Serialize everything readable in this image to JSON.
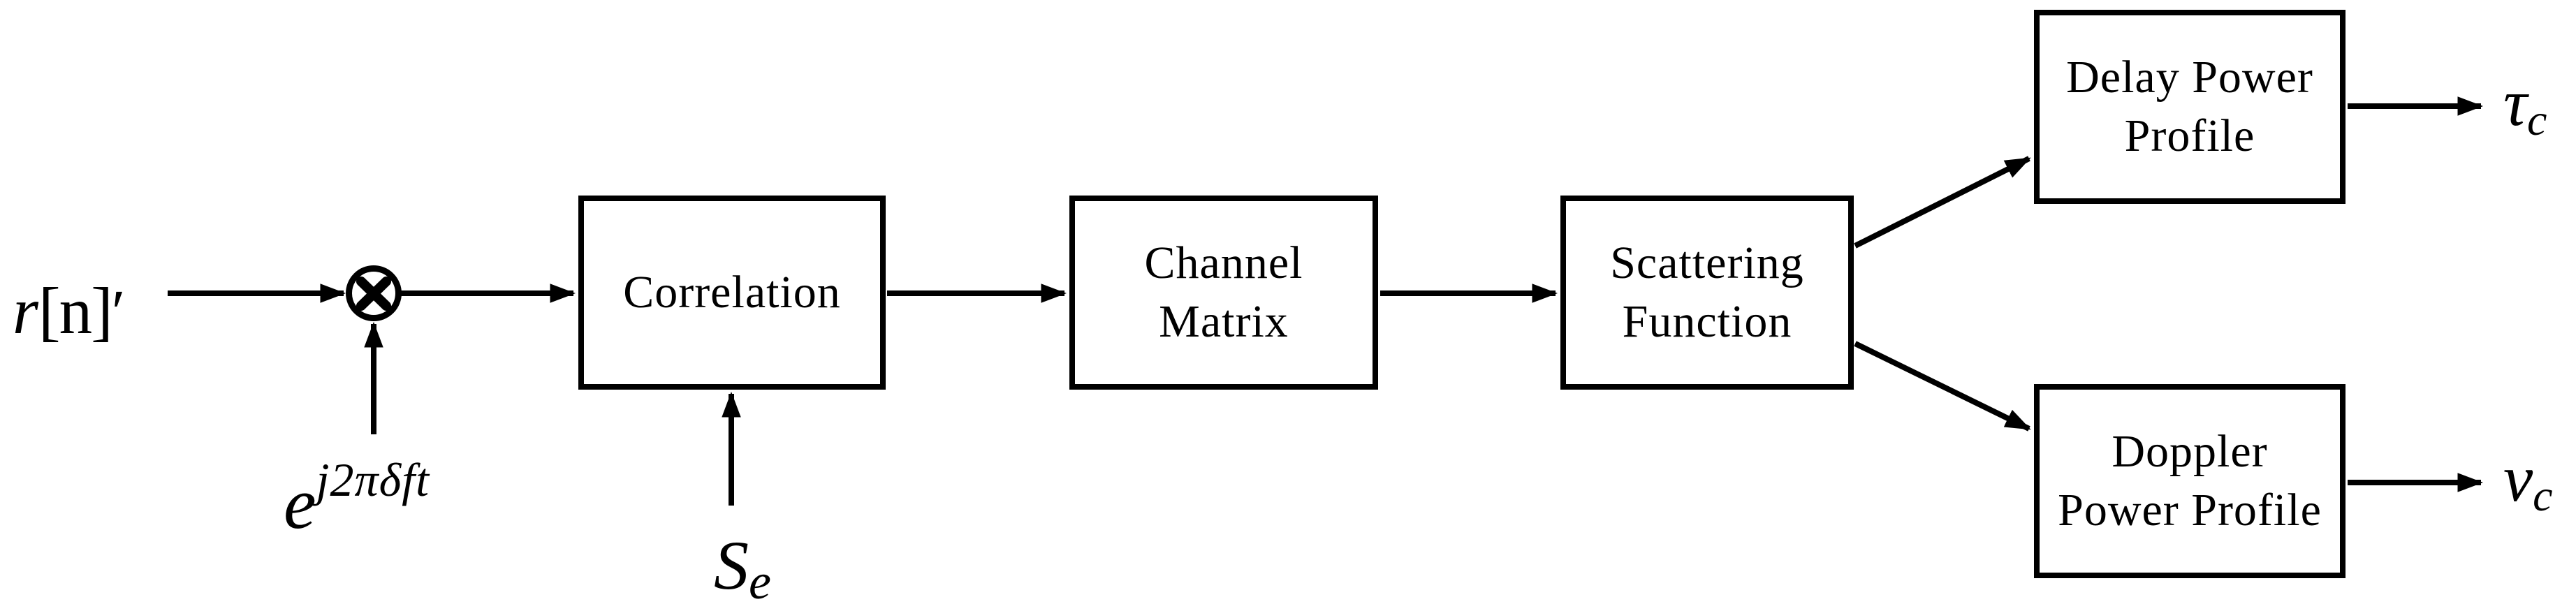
{
  "page": {
    "background_color": "#ffffff",
    "ink_color": "#000000"
  },
  "diagram": {
    "input_signal": {
      "base": "r",
      "bracket": "[n]",
      "prime": "′"
    },
    "mixer": {
      "icon": "circled-times-multiplier"
    },
    "oscillator": {
      "base": "e",
      "exponent": "j2πδft"
    },
    "reference_sequence": {
      "base": "S",
      "subscript": "e"
    },
    "blocks": [
      {
        "id": "correlation",
        "lines": [
          "Correlation"
        ]
      },
      {
        "id": "channel-matrix",
        "lines": [
          "Channel",
          "Matrix"
        ]
      },
      {
        "id": "scattering-function",
        "lines": [
          "Scattering",
          "Function"
        ]
      },
      {
        "id": "delay-power-profile",
        "lines": [
          "Delay Power",
          "Profile"
        ]
      },
      {
        "id": "doppler-power-profile",
        "lines": [
          "Doppler",
          "Power Profile"
        ]
      }
    ],
    "outputs": {
      "delay_spread": {
        "base": "τ",
        "subscript": "c"
      },
      "doppler_spread": {
        "base": "v",
        "subscript": "c"
      }
    }
  }
}
